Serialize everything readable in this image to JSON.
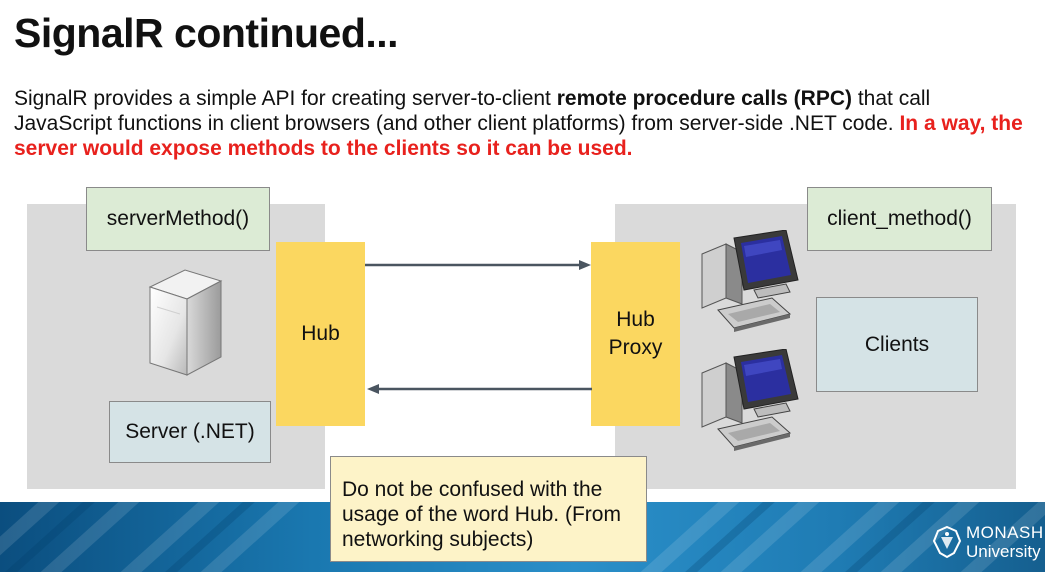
{
  "slide": {
    "title": "SignalR continued...",
    "intro_part1": "SignalR provides a simple API for creating server-to-client ",
    "intro_bold": "remote procedure calls (RPC)",
    "intro_part2": " that call JavaScript functions in client browsers (and other client platforms) from server-side .NET code. ",
    "intro_red": "In a way, the server would expose methods to the clients so it can be used."
  },
  "diagram": {
    "server_method": "serverMethod()",
    "server_label": "Server (.NET)",
    "hub": "Hub",
    "hub_proxy": "Hub\nProxy",
    "client_method": "client_method()",
    "clients_label": "Clients",
    "note": "Do not be confused with the usage of the word Hub. (From networking subjects)",
    "icons": [
      "server-icon",
      "computer-icon",
      "computer-icon"
    ]
  },
  "footer": {
    "logo_line1": "MONASH",
    "logo_line2": "University"
  },
  "colors": {
    "panel": "#dadada",
    "hub": "#fbd760",
    "method_box": "#dcebd5",
    "label_box": "#d5e3e6",
    "note_box": "#fdf3c8",
    "highlight": "#e8211d",
    "arrow": "#4a5560"
  }
}
